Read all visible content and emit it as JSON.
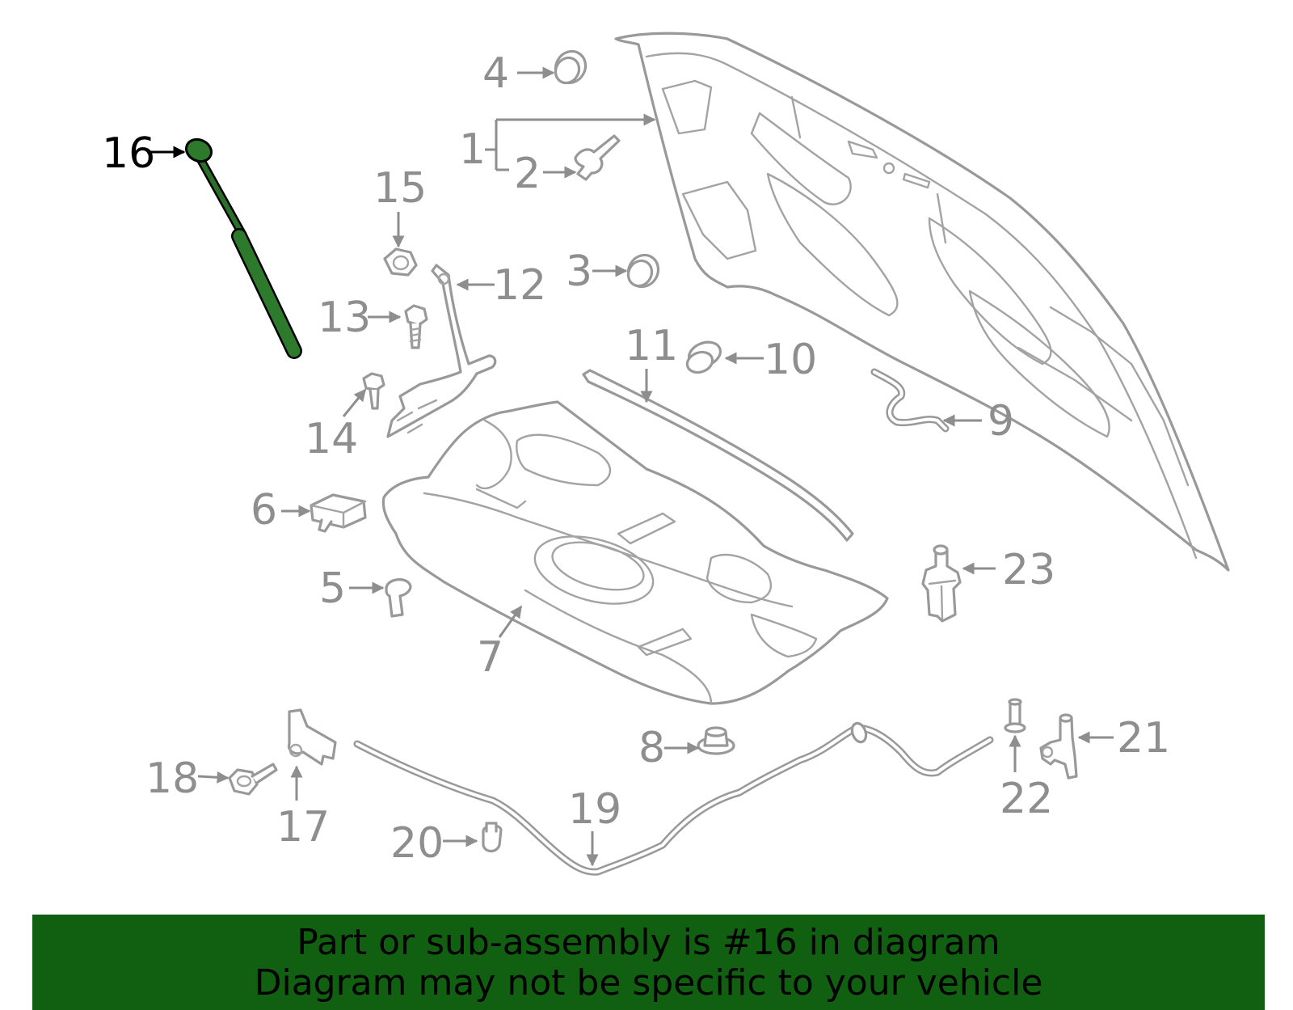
{
  "diagram": {
    "highlight_color": "#1e6e1e",
    "highlighted_part": "16",
    "callouts": [
      "1",
      "2",
      "3",
      "4",
      "5",
      "6",
      "7",
      "8",
      "9",
      "10",
      "11",
      "12",
      "13",
      "14",
      "15",
      "16",
      "17",
      "18",
      "19",
      "20",
      "21",
      "22",
      "23"
    ]
  },
  "banner": {
    "line1": "Part or sub-assembly is #16 in diagram",
    "line2": "Diagram may not be specific to your vehicle",
    "background": "#116011"
  }
}
